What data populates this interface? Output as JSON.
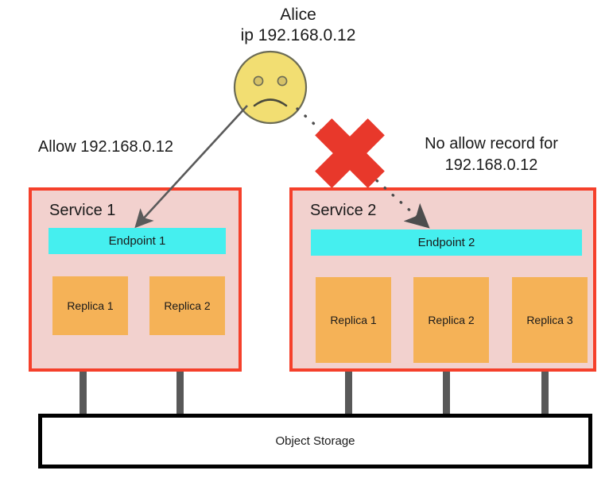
{
  "diagram": {
    "actor": {
      "name": "Alice",
      "ip_line": "ip 192.168.0.12",
      "face_icon": "sad-face-icon",
      "face_fill": "#f2de72",
      "face_stroke": "#6b6b55"
    },
    "annotations": {
      "allow": "Allow 192.168.0.12",
      "deny_line1": "No allow record for",
      "deny_line2": "192.168.0.12"
    },
    "blocked_marker": {
      "icon": "red-cross-icon",
      "color": "#e8382b"
    },
    "arrows": {
      "allowed": {
        "style": "solid",
        "color": "#5a5a5a",
        "label": "alice-to-endpoint-1-arrow"
      },
      "blocked": {
        "style": "dotted",
        "color": "#4d4d4d",
        "label": "alice-to-endpoint-2-arrow"
      }
    },
    "services": [
      {
        "title": "Service 1",
        "endpoint": "Endpoint 1",
        "replicas": [
          "Replica 1",
          "Replica 2"
        ]
      },
      {
        "title": "Service 2",
        "endpoint": "Endpoint 2",
        "replicas": [
          "Replica 1",
          "Replica 2",
          "Replica 3"
        ]
      }
    ],
    "storage": {
      "title": "Object Storage"
    },
    "colors": {
      "service_fill": "#f2d1ce",
      "service_border": "#f5402b",
      "endpoint_fill": "#45efef",
      "replica_fill": "#f5b257",
      "connector": "#595959",
      "storage_border": "#000000",
      "background": "#ffffff"
    }
  }
}
